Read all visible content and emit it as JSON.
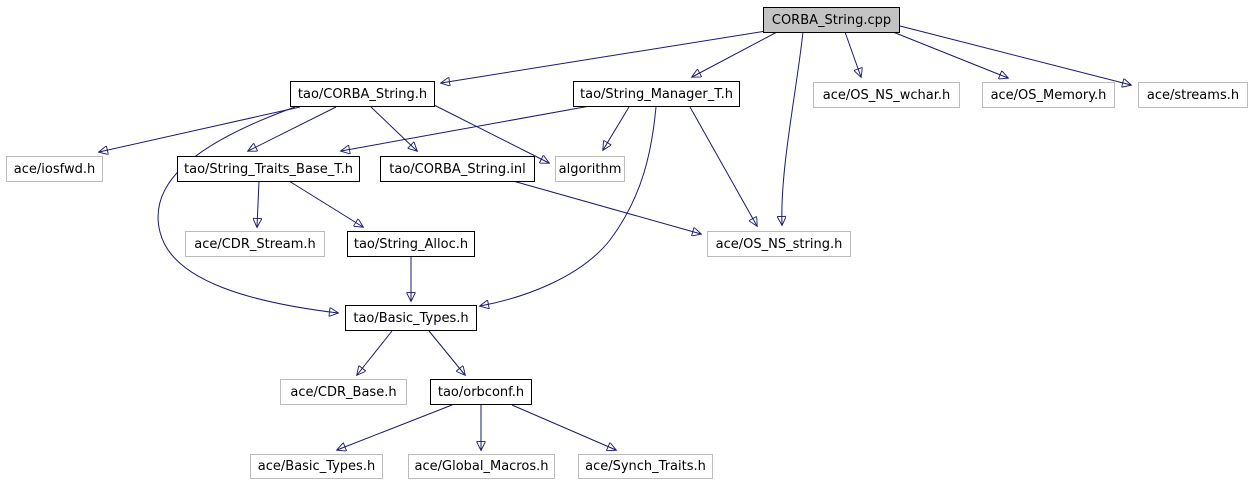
{
  "diagram": {
    "type": "include-dependency-graph",
    "root": "CORBA_String.cpp"
  },
  "colors": {
    "background": "#ffffff",
    "edge": "#191970",
    "node_fill": "#ffffff",
    "source_node_fill": "#c3c3c3",
    "internal_node_border": "#000000",
    "external_node_border": "#bcbcbc",
    "text": "#000000"
  },
  "nodes": [
    {
      "id": "corba-string-cpp",
      "label": "CORBA_String.cpp",
      "kind": "source"
    },
    {
      "id": "tao-corba-string-h",
      "label": "tao/CORBA_String.h",
      "kind": "internal"
    },
    {
      "id": "tao-string-manager-t-h",
      "label": "tao/String_Manager_T.h",
      "kind": "internal"
    },
    {
      "id": "ace-os-ns-wchar-h",
      "label": "ace/OS_NS_wchar.h",
      "kind": "external"
    },
    {
      "id": "ace-os-memory-h",
      "label": "ace/OS_Memory.h",
      "kind": "external"
    },
    {
      "id": "ace-streams-h",
      "label": "ace/streams.h",
      "kind": "external"
    },
    {
      "id": "ace-iosfwd-h",
      "label": "ace/iosfwd.h",
      "kind": "external"
    },
    {
      "id": "tao-string-traits-base-t-h",
      "label": "tao/String_Traits_Base_T.h",
      "kind": "internal"
    },
    {
      "id": "tao-corba-string-inl",
      "label": "tao/CORBA_String.inl",
      "kind": "internal"
    },
    {
      "id": "algorithm",
      "label": "algorithm",
      "kind": "external"
    },
    {
      "id": "ace-cdr-stream-h",
      "label": "ace/CDR_Stream.h",
      "kind": "external"
    },
    {
      "id": "tao-string-alloc-h",
      "label": "tao/String_Alloc.h",
      "kind": "internal"
    },
    {
      "id": "ace-os-ns-string-h",
      "label": "ace/OS_NS_string.h",
      "kind": "external"
    },
    {
      "id": "tao-basic-types-h",
      "label": "tao/Basic_Types.h",
      "kind": "internal"
    },
    {
      "id": "ace-cdr-base-h",
      "label": "ace/CDR_Base.h",
      "kind": "external"
    },
    {
      "id": "tao-orbconf-h",
      "label": "tao/orbconf.h",
      "kind": "internal"
    },
    {
      "id": "ace-basic-types-h",
      "label": "ace/Basic_Types.h",
      "kind": "external"
    },
    {
      "id": "ace-global-macros-h",
      "label": "ace/Global_Macros.h",
      "kind": "external"
    },
    {
      "id": "ace-synch-traits-h",
      "label": "ace/Synch_Traits.h",
      "kind": "external"
    }
  ],
  "edges": [
    {
      "from": "CORBA_String.cpp",
      "to": "tao/CORBA_String.h"
    },
    {
      "from": "CORBA_String.cpp",
      "to": "tao/String_Manager_T.h"
    },
    {
      "from": "CORBA_String.cpp",
      "to": "ace/OS_NS_string.h"
    },
    {
      "from": "CORBA_String.cpp",
      "to": "ace/OS_NS_wchar.h"
    },
    {
      "from": "CORBA_String.cpp",
      "to": "ace/OS_Memory.h"
    },
    {
      "from": "CORBA_String.cpp",
      "to": "ace/streams.h"
    },
    {
      "from": "tao/CORBA_String.h",
      "to": "ace/iosfwd.h"
    },
    {
      "from": "tao/CORBA_String.h",
      "to": "tao/String_Traits_Base_T.h"
    },
    {
      "from": "tao/CORBA_String.h",
      "to": "tao/CORBA_String.inl"
    },
    {
      "from": "tao/CORBA_String.h",
      "to": "algorithm"
    },
    {
      "from": "tao/CORBA_String.h",
      "to": "tao/Basic_Types.h"
    },
    {
      "from": "tao/String_Manager_T.h",
      "to": "tao/String_Traits_Base_T.h"
    },
    {
      "from": "tao/String_Manager_T.h",
      "to": "algorithm"
    },
    {
      "from": "tao/String_Manager_T.h",
      "to": "ace/OS_NS_string.h"
    },
    {
      "from": "tao/String_Manager_T.h",
      "to": "tao/Basic_Types.h"
    },
    {
      "from": "tao/CORBA_String.inl",
      "to": "ace/OS_NS_string.h"
    },
    {
      "from": "tao/String_Traits_Base_T.h",
      "to": "ace/CDR_Stream.h"
    },
    {
      "from": "tao/String_Traits_Base_T.h",
      "to": "tao/String_Alloc.h"
    },
    {
      "from": "tao/String_Alloc.h",
      "to": "tao/Basic_Types.h"
    },
    {
      "from": "tao/Basic_Types.h",
      "to": "ace/CDR_Base.h"
    },
    {
      "from": "tao/Basic_Types.h",
      "to": "tao/orbconf.h"
    },
    {
      "from": "tao/orbconf.h",
      "to": "ace/Basic_Types.h"
    },
    {
      "from": "tao/orbconf.h",
      "to": "ace/Global_Macros.h"
    },
    {
      "from": "tao/orbconf.h",
      "to": "ace/Synch_Traits.h"
    }
  ]
}
